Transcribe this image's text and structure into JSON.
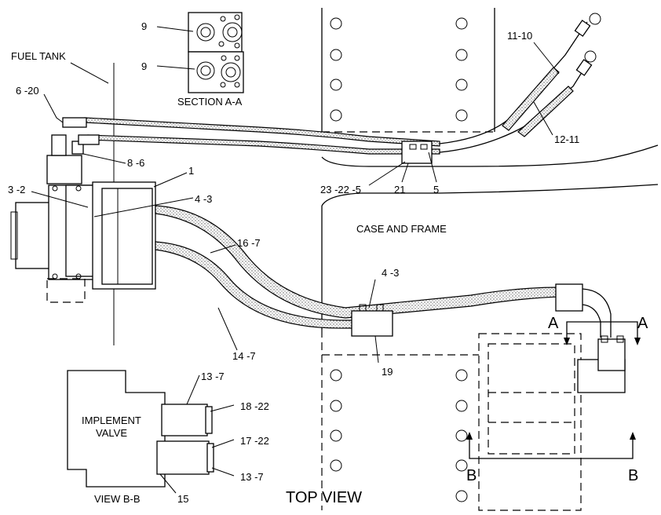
{
  "title": "TOP VIEW",
  "labels": {
    "fuel_tank": "FUEL TANK",
    "section_aa": "SECTION A-A",
    "case_and_frame": "CASE AND FRAME",
    "view_bb": "VIEW B-B",
    "implement_valve_1": "IMPLEMENT",
    "implement_valve_2": "VALVE",
    "arrow_a_left": "A",
    "arrow_a_right": "A",
    "arrow_b_left": "B",
    "arrow_b_right": "B"
  },
  "callouts": {
    "c_9_top": "9",
    "c_9_bottom": "9",
    "c_6_20": "6 -20",
    "c_8_6": "8 -6",
    "c_3_2": "3 -2",
    "c_1": "1",
    "c_4_3_left": "4 -3",
    "c_16_7": "16 -7",
    "c_14_7": "14 -7",
    "c_23_22_5": "23 -22 -5",
    "c_21": "21",
    "c_5": "5",
    "c_11_10": "11-10",
    "c_12_11": "12-11",
    "c_4_3_mid": "4 -3",
    "c_19": "19",
    "c_13_7_top": "13 -7",
    "c_18_22": "18 -22",
    "c_17_22": "17 -22",
    "c_13_7_bottom": "13 -7",
    "c_15": "15"
  }
}
